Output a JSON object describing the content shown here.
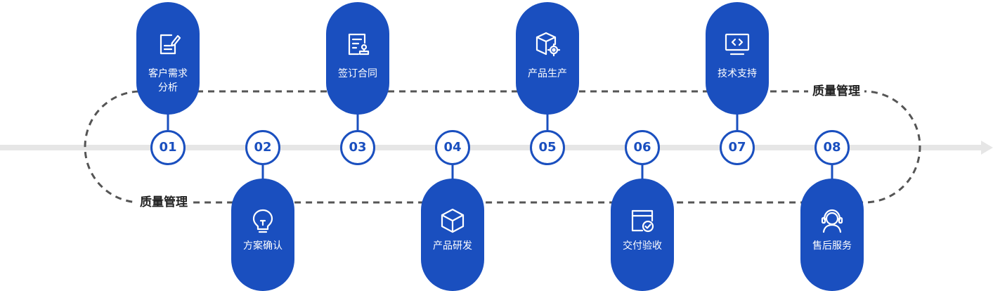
{
  "colors": {
    "primary": "#1a4fbf",
    "axis": "#e6e6e6",
    "loop": "#555555",
    "text_dark": "#222222"
  },
  "quality_labels": [
    "质量管理",
    "质量管理"
  ],
  "steps": [
    {
      "number": "01",
      "label": "客户需求\n分析",
      "icon": "edit-document-icon",
      "position": "top"
    },
    {
      "number": "02",
      "label": "方案确认",
      "icon": "lightbulb-icon",
      "position": "bottom"
    },
    {
      "number": "03",
      "label": "签订合同",
      "icon": "contract-seal-icon",
      "position": "top"
    },
    {
      "number": "04",
      "label": "产品研发",
      "icon": "cube-icon",
      "position": "bottom"
    },
    {
      "number": "05",
      "label": "产品生产",
      "icon": "box-gear-icon",
      "position": "top"
    },
    {
      "number": "06",
      "label": "交付验收",
      "icon": "window-check-icon",
      "position": "bottom"
    },
    {
      "number": "07",
      "label": "技术支持",
      "icon": "monitor-code-icon",
      "position": "top"
    },
    {
      "number": "08",
      "label": "售后服务",
      "icon": "headset-person-icon",
      "position": "bottom"
    }
  ]
}
